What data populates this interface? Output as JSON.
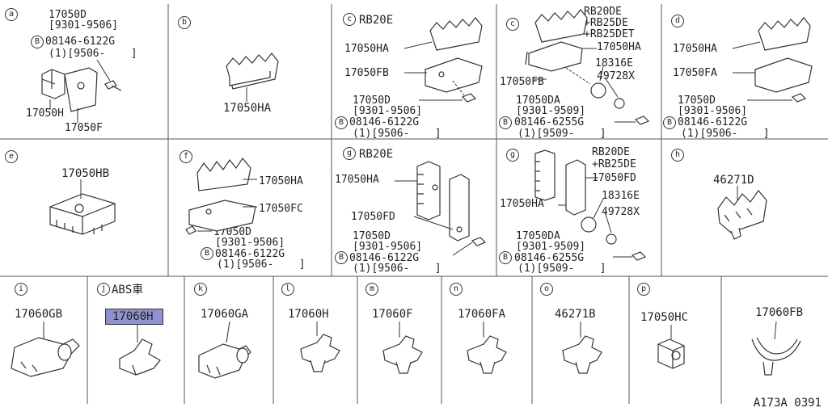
{
  "cells": {
    "a": {
      "circle": "a",
      "label1": "17050D",
      "label2": "[9301-9506]",
      "label3": "08146-6122G",
      "label4": "(1)[9506-    ]",
      "b_circle": "B",
      "part1": "17050H",
      "part2": "17050F"
    },
    "b": {
      "circle": "b",
      "part": "17050HA"
    },
    "c1": {
      "circle": "c",
      "variant": "RB20E",
      "part1": "17050HA",
      "part2": "17050FB",
      "label1": "17050D",
      "label2": "[9301-9506]",
      "label3": "08146-6122G",
      "label4": "(1)[9506-    ]",
      "b_circle": "B"
    },
    "c2": {
      "circle": "c",
      "variant1": "RB20DE",
      "variant2": "+RB25DE",
      "variant3": "+RB25DET",
      "part1": "17050HA",
      "part2": "18316E",
      "part3": "49728X",
      "part4": "17050FB",
      "label1": "17050DA",
      "label2": "[9301-9509]",
      "label3": "08146-6255G",
      "label4": "(1)[9509-    ]",
      "b_circle": "B"
    },
    "d": {
      "circle": "d",
      "part1": "17050HA",
      "part2": "17050FA",
      "label1": "17050D",
      "label2": "[9301-9506]",
      "label3": "08146-6122G",
      "label4": "(1)[9506-    ]",
      "b_circle": "B"
    },
    "e": {
      "circle": "e",
      "part": "17050HB"
    },
    "f": {
      "circle": "f",
      "part1": "17050HA",
      "part2": "17050FC",
      "label1": "17050D",
      "label2": "[9301-9506]",
      "label3": "08146-6122G",
      "label4": "(1)[9506-    ]",
      "b_circle": "B"
    },
    "g1": {
      "circle": "g",
      "variant": "RB20E",
      "part1": "17050HA",
      "part2": "17050FD",
      "label1": "17050D",
      "label2": "[9301-9506]",
      "label3": "08146-6122G",
      "label4": "(1)[9506-    ]",
      "b_circle": "B"
    },
    "g2": {
      "circle": "g",
      "variant1": "RB20DE",
      "variant2": "+RB25DE",
      "part1": "17050FD",
      "part2": "18316E",
      "part3": "49728X",
      "part4": "17050HA",
      "label1": "17050DA",
      "label2": "[9301-9509]",
      "label3": "08146-6255G",
      "label4": "(1)[9509-    ]",
      "b_circle": "B"
    },
    "h": {
      "circle": "h",
      "part": "46271D"
    },
    "i": {
      "circle": "i",
      "part": "17060GB"
    },
    "j": {
      "circle": "j",
      "variant": "ABS車",
      "part": "17060H"
    },
    "k": {
      "circle": "k",
      "part": "17060GA"
    },
    "l": {
      "circle": "l",
      "part": "17060H"
    },
    "m": {
      "circle": "m",
      "part": "17060F"
    },
    "n": {
      "circle": "n",
      "part": "17060FA"
    },
    "o": {
      "circle": "o",
      "part": "46271B"
    },
    "p": {
      "circle": "p",
      "part": "17050HC"
    },
    "q": {
      "part": "17060FB"
    }
  },
  "footer": "A173A 0391",
  "highlight_color": "#8e93cf"
}
